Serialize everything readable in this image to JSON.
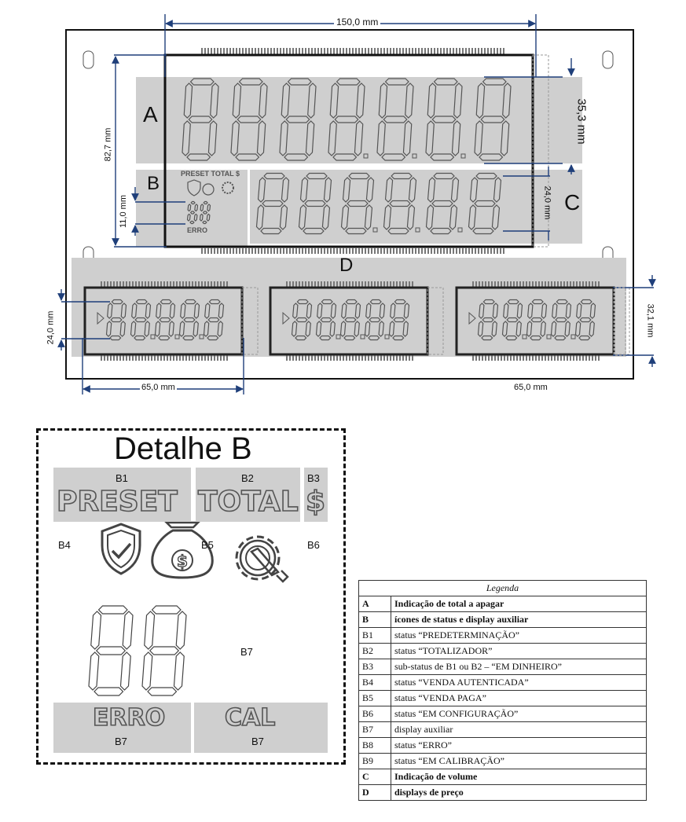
{
  "drawing": {
    "dims": {
      "width_top": "150,0 mm",
      "height_left": "82,7 mm",
      "height_right_top": "35,3 mm",
      "height_right_mid": "24,0 mm",
      "height_b": "11,0 mm",
      "height_d_left": "24,0 mm",
      "height_d_right": "32,1 mm",
      "width_d_left": "65,0 mm",
      "width_d_right": "65,0 mm"
    },
    "letters": {
      "a": "A",
      "b": "B",
      "c": "C",
      "d": "D"
    },
    "b_panel": {
      "top_text": "PRESET TOTAL $",
      "erro": "ERRO"
    }
  },
  "detail": {
    "title": "Detalhe B",
    "b1": {
      "id": "B1",
      "text": "PRESET"
    },
    "b2": {
      "id": "B2",
      "text": "TOTAL"
    },
    "b3": {
      "id": "B3",
      "text": "$"
    },
    "b4": {
      "id": "B4"
    },
    "b5": {
      "id": "B5"
    },
    "b6": {
      "id": "B6"
    },
    "b7_top": {
      "id": "B7"
    },
    "erro": {
      "id": "B7",
      "text": "ERRO"
    },
    "cal": {
      "id": "B7",
      "text": "CAL"
    },
    "icons": [
      "shield-check-icon",
      "money-bag-icon",
      "gear-wrench-icon"
    ]
  },
  "legend": {
    "title": "Legenda",
    "rows": [
      {
        "code": "A",
        "text": "Indicação de total a apagar",
        "bold": true
      },
      {
        "code": "B",
        "text": "ícones de status e display auxiliar",
        "bold": true
      },
      {
        "code": "B1",
        "text": "status “PREDETERMINAÇÃO”",
        "bold": false
      },
      {
        "code": "B2",
        "text": "status “TOTALIZADOR”",
        "bold": false
      },
      {
        "code": "B3",
        "text": "sub-status de B1 ou B2 – “EM DINHEIRO”",
        "bold": false
      },
      {
        "code": "B4",
        "text": "status “VENDA AUTENTICADA”",
        "bold": false
      },
      {
        "code": "B5",
        "text": "status “VENDA PAGA”",
        "bold": false
      },
      {
        "code": "B6",
        "text": "status “EM CONFIGURAÇÃO”",
        "bold": false
      },
      {
        "code": "B7",
        "text": "display auxiliar",
        "bold": false
      },
      {
        "code": "B8",
        "text": "status “ERRO”",
        "bold": false
      },
      {
        "code": "B9",
        "text": "status “EM CALIBRAÇÃO”",
        "bold": false
      },
      {
        "code": "C",
        "text": "Indicação de volume",
        "bold": true
      },
      {
        "code": "D",
        "text": "displays de preço",
        "bold": true
      }
    ]
  }
}
